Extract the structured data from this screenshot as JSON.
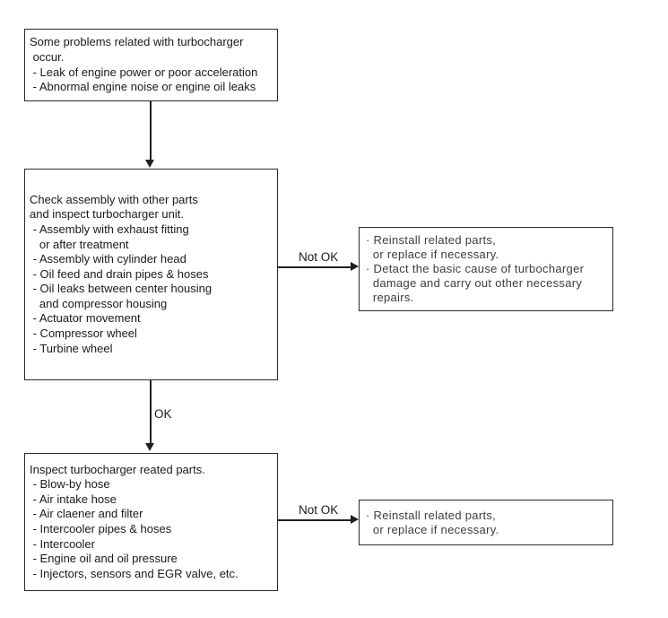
{
  "flowchart": {
    "boxes": [
      {
        "id": "problems",
        "lines": [
          "Some problems related with turbocharger",
          " occur.",
          " - Leak of engine power or poor acceleration",
          " - Abnormal engine noise or engine oil leaks"
        ]
      },
      {
        "id": "check-assembly",
        "lines": [
          "Check assembly with other parts",
          "and inspect turbocharger unit.",
          " - Assembly with exhaust fitting",
          "   or after treatment",
          " - Assembly with cylinder head",
          " - Oil feed and drain pipes & hoses",
          " - Oil leaks between center housing",
          "   and compressor housing",
          " - Actuator movement",
          " - Compressor wheel",
          " - Turbine wheel"
        ]
      },
      {
        "id": "inspect-related",
        "lines": [
          "Inspect turbocharger reated parts.",
          " - Blow-by hose",
          " - Air intake hose",
          " - Air claener and filter",
          " - Intercooler pipes & hoses",
          " - Intercooler",
          " - Engine oil and oil pressure",
          " - Injectors, sensors and EGR valve, etc."
        ]
      },
      {
        "id": "action-1",
        "lines": [
          "· Reinstall related parts,",
          "  or replace if necessary.",
          "· Detact the basic cause of turbocharger",
          "  damage and carry out other necessary",
          "  repairs."
        ]
      },
      {
        "id": "action-2",
        "lines": [
          "· Reinstall related parts,",
          "  or replace if necessary."
        ]
      }
    ],
    "labels": {
      "ok": "OK",
      "not_ok_1": "Not OK",
      "not_ok_2": "Not OK"
    },
    "colors": {
      "line": "#1f1f1f",
      "box_border": "#2a2a2a",
      "text": "#1a1a1a",
      "action_text": "#3c3c3c",
      "background": "#ffffff"
    }
  }
}
